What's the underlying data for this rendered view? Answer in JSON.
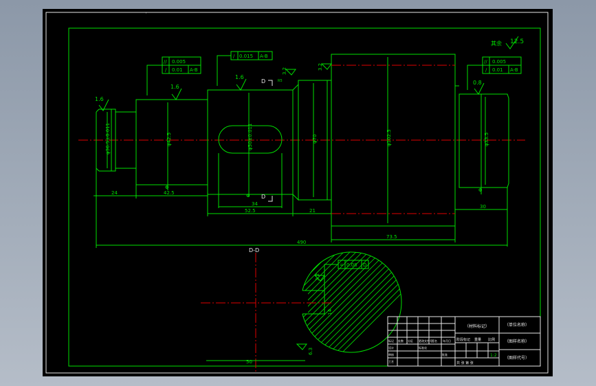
{
  "drawing": {
    "dims": {
      "d_left": "φ36.5±0.011",
      "d_second": "φ42.5",
      "d_third": "φ50±0.011",
      "d_collar": "φ70",
      "d_big": "φ102.5",
      "d_right": "φ33.5",
      "l_24": "24",
      "l_425": "42.5",
      "l_34": "34",
      "l_525": "52.5",
      "l_21": "21",
      "l_30": "30",
      "l_735": "73.5",
      "l_total": "490",
      "l_key": "14",
      "l_section": "50"
    },
    "roughness": {
      "r1": "1.6",
      "r2": "1.6",
      "r3": "1.6",
      "r4": "3.2",
      "r5": "3.2",
      "r6": "0.8",
      "r7": "12.5",
      "r_key": "3.2",
      "r_sec": "6.3",
      "other": "其余",
      "r_small": "R5"
    },
    "tolerances": {
      "t1_val": "0.005",
      "t1_ref": "0.01",
      "t1_datum": "A-B",
      "t2_val": "0.015",
      "t2_datum": "A-B",
      "t3_val": "0.005",
      "t3_ref": "0.01",
      "t3_datum": "A-B",
      "t4_val": "0.08",
      "t4_datum": "D",
      "sym_runout": "/",
      "sym_cyl": "//",
      "sym_sym": "="
    },
    "markers": {
      "section_label": "D-D",
      "section_mark": "D",
      "datum": "Φ"
    },
    "title_block": {
      "company": "（单位名称）",
      "drawing_name": "（图样名称）",
      "drawing_no": "（图样代号）",
      "material": "（材料标记）",
      "scale": "1:2",
      "cols": [
        "标记",
        "处数",
        "分区",
        "更改文件号",
        "签名",
        "年月日"
      ],
      "rows": [
        "设计",
        "审核",
        "工艺",
        "标准化",
        "批准"
      ],
      "stage": "阶段标记",
      "weight": "重量",
      "ratio": "比例",
      "sheets": "共 张 第 张"
    }
  }
}
